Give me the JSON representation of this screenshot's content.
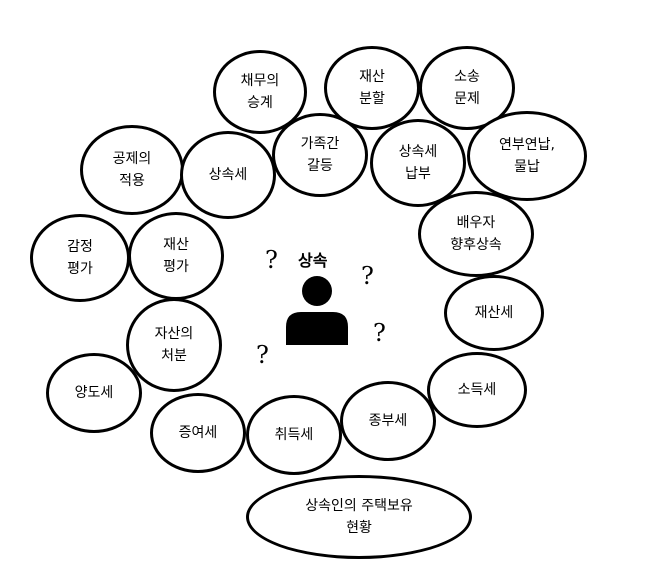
{
  "center": {
    "title": "상속",
    "icon": "person-icon",
    "marks": [
      "?",
      "?",
      "?",
      "?"
    ]
  },
  "nodes": [
    {
      "id": "debt",
      "lines": [
        "채무의",
        "승계"
      ]
    },
    {
      "id": "division",
      "lines": [
        "재산",
        "분할"
      ]
    },
    {
      "id": "lawsuit",
      "lines": [
        "소송",
        "문제"
      ]
    },
    {
      "id": "family",
      "lines": [
        "가족간",
        "갈등"
      ]
    },
    {
      "id": "taxpay",
      "lines": [
        "상속세",
        "납부"
      ]
    },
    {
      "id": "installment",
      "lines": [
        "연부연납,",
        "물납"
      ]
    },
    {
      "id": "deduction",
      "lines": [
        "공제의",
        "적용"
      ]
    },
    {
      "id": "inheritax",
      "lines": [
        "상속세"
      ]
    },
    {
      "id": "spouse",
      "lines": [
        "배우자",
        "향후상속"
      ]
    },
    {
      "id": "appraisal",
      "lines": [
        "감정",
        "평가"
      ]
    },
    {
      "id": "valuation",
      "lines": [
        "재산",
        "평가"
      ]
    },
    {
      "id": "property",
      "lines": [
        "재산세"
      ]
    },
    {
      "id": "disposal",
      "lines": [
        "자산의",
        "처분"
      ]
    },
    {
      "id": "income",
      "lines": [
        "소득세"
      ]
    },
    {
      "id": "transfer",
      "lines": [
        "양도세"
      ]
    },
    {
      "id": "gift",
      "lines": [
        "증여세"
      ]
    },
    {
      "id": "acquisition",
      "lines": [
        "취득세"
      ]
    },
    {
      "id": "comprehensive",
      "lines": [
        "종부세"
      ]
    },
    {
      "id": "housing",
      "lines": [
        "상속인의 주택보유",
        "현황"
      ]
    }
  ]
}
